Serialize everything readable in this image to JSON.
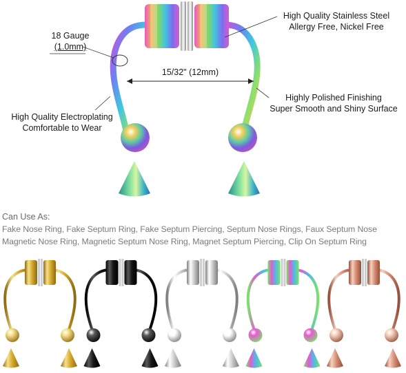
{
  "annotations": {
    "gauge_line1": "18 Gauge",
    "gauge_line2": "(1.0mm)",
    "width_label": "15/32\" (12mm)",
    "steel_line1": "High Quality Stainless Steel",
    "steel_line2": "Allergy Free, Nickel Free",
    "polish_line1": "Highly Polished Finishing",
    "polish_line2": "Super Smooth and Shiny Surface",
    "plating_line1": "High Quality Electroplating",
    "plating_line2": "Comfortable to Wear"
  },
  "uses": {
    "label": "Can Use As:",
    "line1": "Fake Nose Ring, Fake Septum Ring, Fake Septum Piercing, Septum Nose Rings, Faux Septum Nose",
    "line2": "Magnetic Nose Ring, Magnetic Septum Nose Ring, Magnet Septum Piercing, Clip On Septum Ring"
  },
  "variants": [
    {
      "finish": "gold",
      "colors": [
        "#f7e08a",
        "#d4a62a",
        "#8c6a12"
      ]
    },
    {
      "finish": "black",
      "colors": [
        "#5a5a5a",
        "#151515",
        "#000000"
      ]
    },
    {
      "finish": "silver",
      "colors": [
        "#ffffff",
        "#c8c8c8",
        "#7d7d7d"
      ]
    },
    {
      "finish": "rainbow",
      "colors": [
        "#e55bd0",
        "#4fb8e8",
        "#7be06a"
      ]
    },
    {
      "finish": "rose-gold",
      "colors": [
        "#f7d0c0",
        "#d48a72",
        "#94503a"
      ]
    }
  ]
}
